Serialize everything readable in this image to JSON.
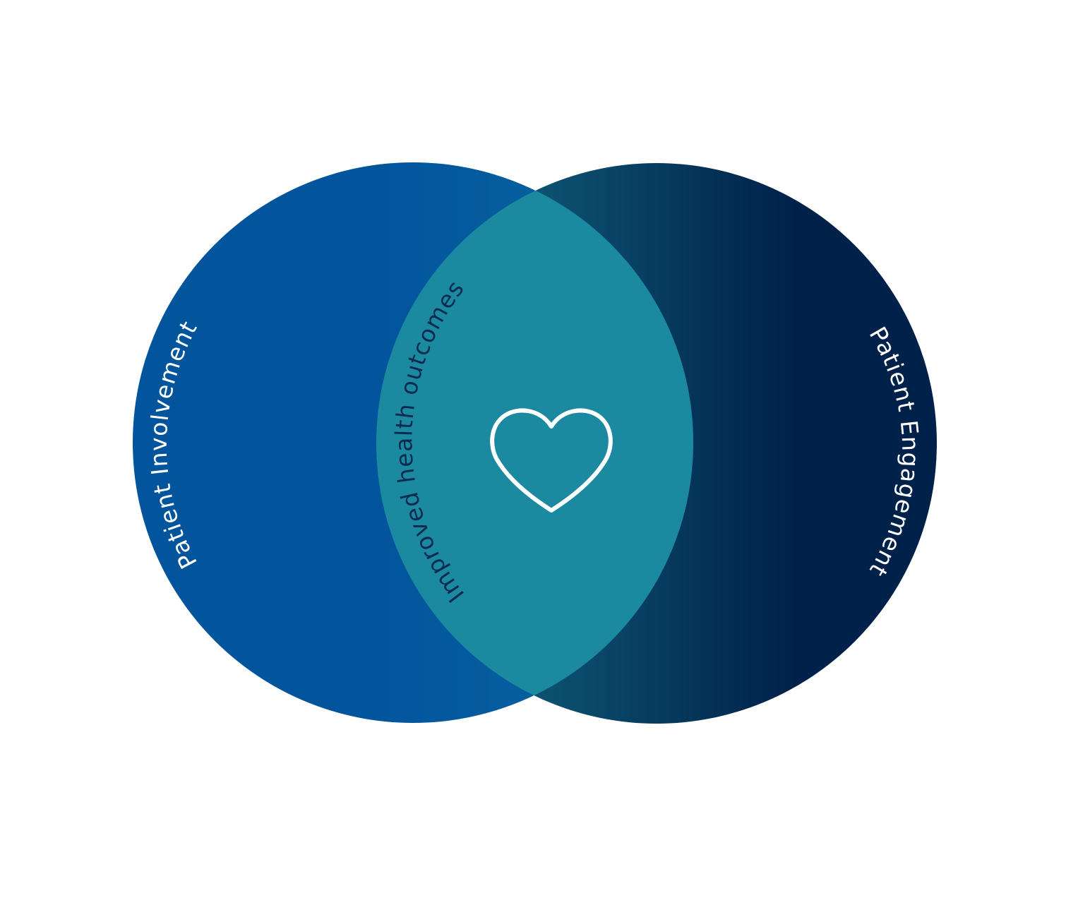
{
  "diagram": {
    "type": "venn",
    "sets": [
      {
        "id": "left",
        "label": "Patient Involvement",
        "color_start": "#02559d",
        "color_end": "#0b68a1"
      },
      {
        "id": "right",
        "label": "Patient Engagement",
        "color_start": "#0f5b78",
        "color_end": "#00214a"
      }
    ],
    "intersection": {
      "label": "Improved health outcomes",
      "color": "#1b8aa0",
      "text_color": "#0a2a4f",
      "icon": "heart-icon"
    },
    "background": "#ffffff"
  }
}
